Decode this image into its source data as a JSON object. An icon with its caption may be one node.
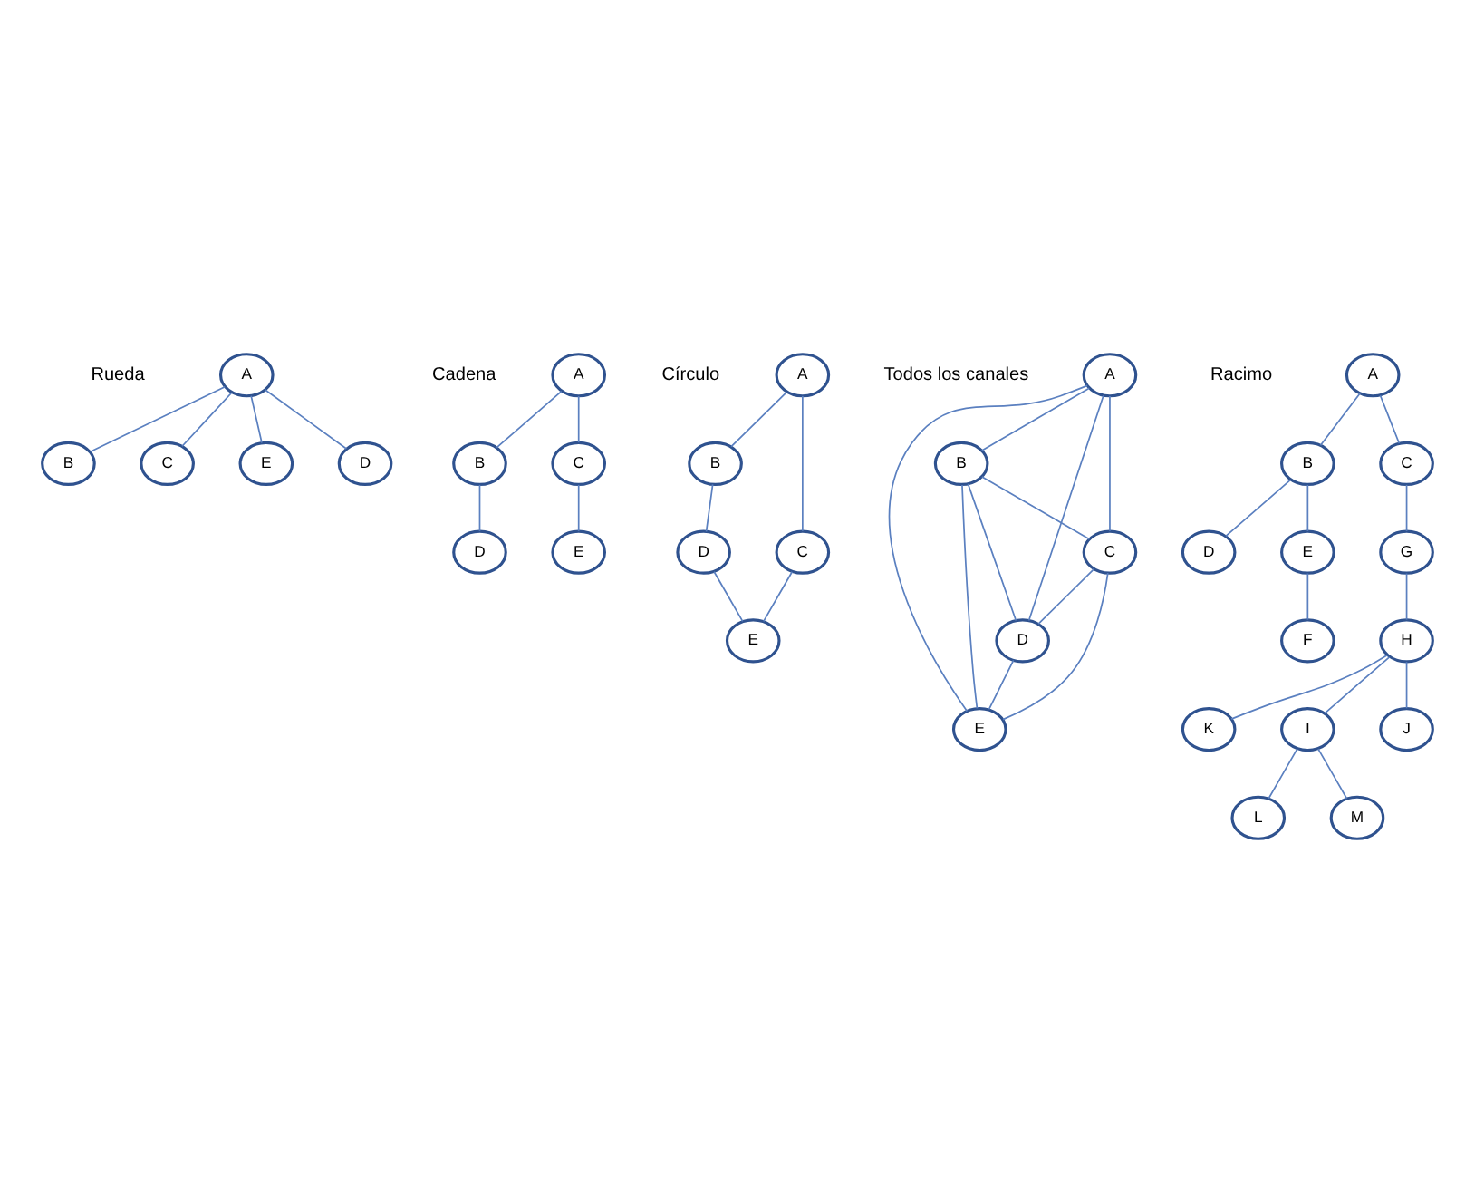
{
  "diagram": {
    "nodes": [
      {
        "text": [
          "B"
        ]
      },
      {
        "text": [
          "C"
        ]
      },
      {
        "text": [
          "A"
        ]
      },
      {
        "text": [
          "E"
        ]
      },
      {
        "text": [
          "D"
        ]
      },
      {
        "text": [
          "A"
        ]
      },
      {
        "text": [
          "B"
        ]
      },
      {
        "text": [
          "C"
        ]
      },
      {
        "text": [
          "D"
        ]
      },
      {
        "text": [
          "E"
        ]
      },
      {
        "text": [
          "A"
        ]
      },
      {
        "text": [
          "B"
        ]
      },
      {
        "text": [
          "C"
        ]
      },
      {
        "text": [
          "D"
        ]
      },
      {
        "text": [
          "E"
        ]
      },
      {
        "text": [
          "A"
        ]
      },
      {
        "text": [
          "B"
        ]
      },
      {
        "text": [
          "C"
        ]
      },
      {
        "text": [
          "D"
        ]
      },
      {
        "text": [
          "E"
        ]
      },
      {
        "text": [
          "A"
        ]
      },
      {
        "text": [
          "B"
        ]
      },
      {
        "text": [
          "C"
        ]
      },
      {
        "text": [
          "D"
        ]
      },
      {
        "text": [
          "E"
        ]
      },
      {
        "text": [
          "F"
        ]
      },
      {
        "text": [
          "G"
        ]
      },
      {
        "text": [
          "H"
        ]
      },
      {
        "text": [
          "I"
        ]
      },
      {
        "text": [
          "J"
        ]
      },
      {
        "text": [
          "K"
        ]
      },
      {
        "text": [
          "L"
        ]
      },
      {
        "text": [
          "M"
        ]
      }
    ],
    "edges": [
      {
        "from": 2,
        "to": 0,
        "arrow": "none"
      },
      {
        "from": 2,
        "to": 1,
        "arrow": "none"
      },
      {
        "from": 2,
        "to": 3,
        "arrow": "none"
      },
      {
        "from": 2,
        "to": 4,
        "arrow": "none"
      },
      {
        "from": 5,
        "to": 6,
        "arrow": "none"
      },
      {
        "from": 5,
        "to": 7,
        "arrow": "none"
      },
      {
        "from": 6,
        "to": 8,
        "arrow": "none"
      },
      {
        "from": 7,
        "to": 9,
        "arrow": "none"
      },
      {
        "from": 10,
        "to": 11,
        "arrow": "none"
      },
      {
        "from": 10,
        "to": 12,
        "arrow": "none"
      },
      {
        "from": 11,
        "to": 13,
        "arrow": "none"
      },
      {
        "from": 12,
        "to": 14,
        "arrow": "none"
      },
      {
        "from": 13,
        "to": 14,
        "arrow": "none"
      },
      {
        "from": 15,
        "to": 16,
        "arrow": "none"
      },
      {
        "from": 15,
        "to": 17,
        "arrow": "none"
      },
      {
        "from": 15,
        "to": 18,
        "arrow": "none"
      },
      {
        "from": 15,
        "to": 19,
        "arrow": "none"
      },
      {
        "from": 16,
        "to": 17,
        "arrow": "none"
      },
      {
        "from": 16,
        "to": 18,
        "arrow": "none"
      },
      {
        "from": 16,
        "to": 19,
        "arrow": "none"
      },
      {
        "from": 17,
        "to": 18,
        "arrow": "none"
      },
      {
        "from": 17,
        "to": 19,
        "arrow": "none"
      },
      {
        "from": 18,
        "to": 19,
        "arrow": "none"
      },
      {
        "from": 20,
        "to": 21,
        "arrow": "none"
      },
      {
        "from": 20,
        "to": 22,
        "arrow": "none"
      },
      {
        "from": 21,
        "to": 23,
        "arrow": "none"
      },
      {
        "from": 21,
        "to": 24,
        "arrow": "none"
      },
      {
        "from": 24,
        "to": 25,
        "arrow": "none"
      },
      {
        "from": 22,
        "to": 26,
        "arrow": "none"
      },
      {
        "from": 26,
        "to": 27,
        "arrow": "none"
      },
      {
        "from": 27,
        "to": 29,
        "arrow": "none"
      },
      {
        "from": 27,
        "to": 30,
        "arrow": "none"
      },
      {
        "from": 27,
        "to": 28,
        "arrow": "none"
      },
      {
        "from": 28,
        "to": 31,
        "arrow": "none"
      },
      {
        "from": 28,
        "to": 32,
        "arrow": "none"
      }
    ],
    "labels": [
      "Rueda",
      "Cadena",
      "Círculo",
      "Todos los canales",
      "Racimo"
    ]
  }
}
